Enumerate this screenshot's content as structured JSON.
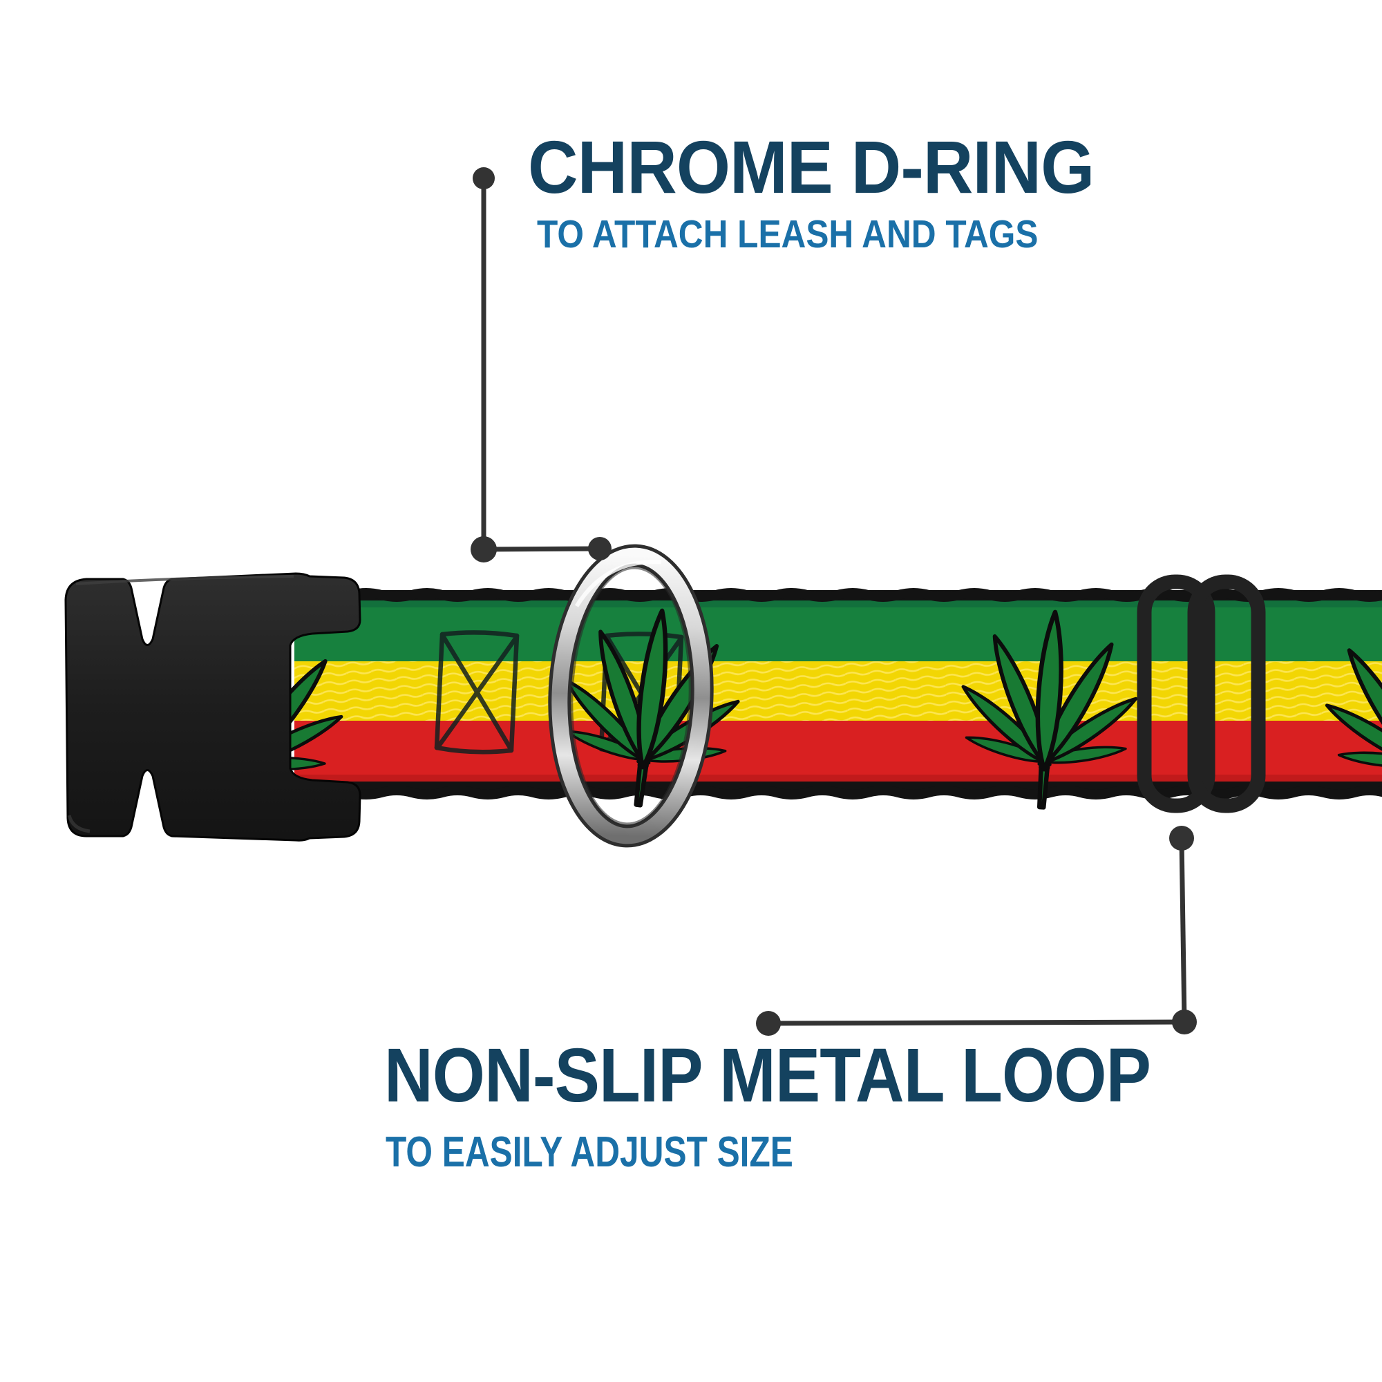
{
  "annotations": {
    "top": {
      "title": "CHROME D-RING",
      "subtitle": "TO ATTACH LEASH AND TAGS"
    },
    "bottom": {
      "title": "NON-SLIP METAL LOOP",
      "subtitle": "TO EASILY ADJUST SIZE"
    }
  },
  "colors": {
    "bg": "#ffffff",
    "title_color": "#14425f",
    "subtitle_color": "#1a70a8",
    "callout": "#333333",
    "strap_green": "#17813e",
    "strap_yellow": "#f2d604",
    "strap_red": "#d92021",
    "strap_edge": "#131313",
    "leaf_green": "#187a33",
    "plastic_black": "#222222"
  }
}
